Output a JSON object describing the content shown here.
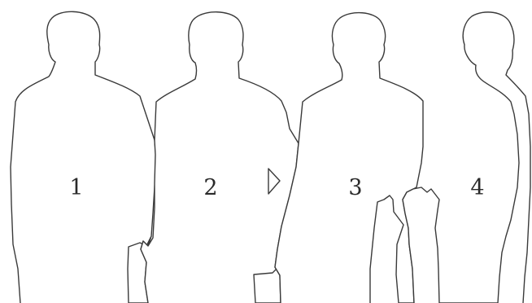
{
  "figures": [
    {
      "label": "1"
    },
    {
      "label": "2"
    },
    {
      "label": "3"
    },
    {
      "label": "4"
    }
  ]
}
